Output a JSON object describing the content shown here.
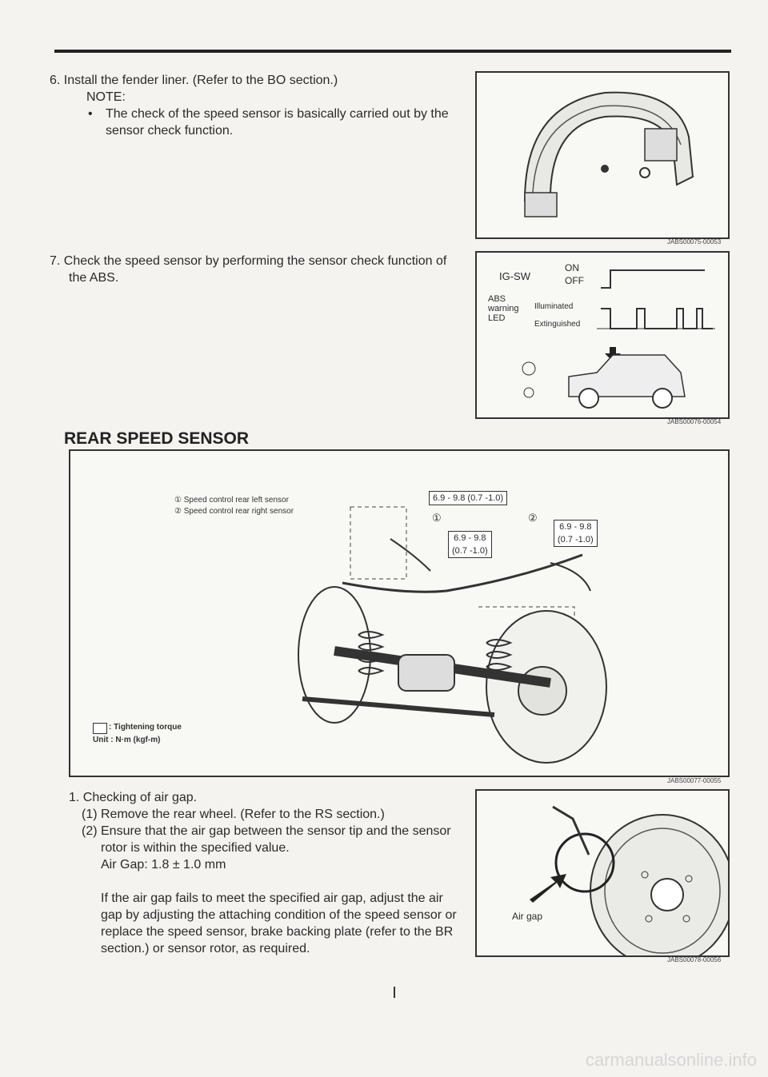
{
  "step6": {
    "num": "6.",
    "text": "Install the fender liner. (Refer to the BO section.)",
    "note_label": "NOTE:",
    "bullet": "•",
    "note_text": "The check of the speed sensor is basically carried out by the sensor check function."
  },
  "fig1": {
    "code": "JABS00075-00053"
  },
  "step7": {
    "num": "7.",
    "text": "Check the speed sensor by performing the sensor check function of the ABS."
  },
  "fig2": {
    "code": "JABS00076-00054",
    "igsw": "IG-SW",
    "on": "ON",
    "off": "OFF",
    "abs1": "ABS",
    "abs2": "warning",
    "abs3": "LED",
    "illuminated": "Illuminated",
    "extinguished": "Extinguished"
  },
  "section_title": "REAR SPEED SENSOR",
  "fig3": {
    "code": "JABS00077-00055",
    "legend1": "① Speed control rear left sensor",
    "legend2": "② Speed control rear right sensor",
    "torque_top": "6.9 - 9.8 (0.7 -1.0)",
    "torque_left_1": "6.9 - 9.8",
    "torque_left_2": "(0.7 -1.0)",
    "torque_right_1": "6.9 - 9.8",
    "torque_right_2": "(0.7 -1.0)",
    "label_1": "①",
    "label_2": "②",
    "legend_torque": ": Tightening torque",
    "legend_unit": "Unit : N·m (kgf-m)"
  },
  "step1": {
    "num": "1.",
    "title": "Checking of air gap.",
    "sub1": "(1) Remove the rear wheel. (Refer to the RS section.)",
    "sub2": "(2) Ensure that the air gap between the sensor tip and the sensor rotor is within the specified value.",
    "airgap": "Air Gap:   1.8 ± 1.0 mm",
    "para": "If the air gap fails to meet the specified air gap, adjust the air gap by adjusting the attaching condition of the speed sensor or replace the speed sensor, brake backing plate (refer to the BR section.) or sensor rotor, as required."
  },
  "fig4": {
    "code": "JABS00078-00056",
    "label": "Air gap"
  },
  "watermark": "carmanualsonline.info"
}
